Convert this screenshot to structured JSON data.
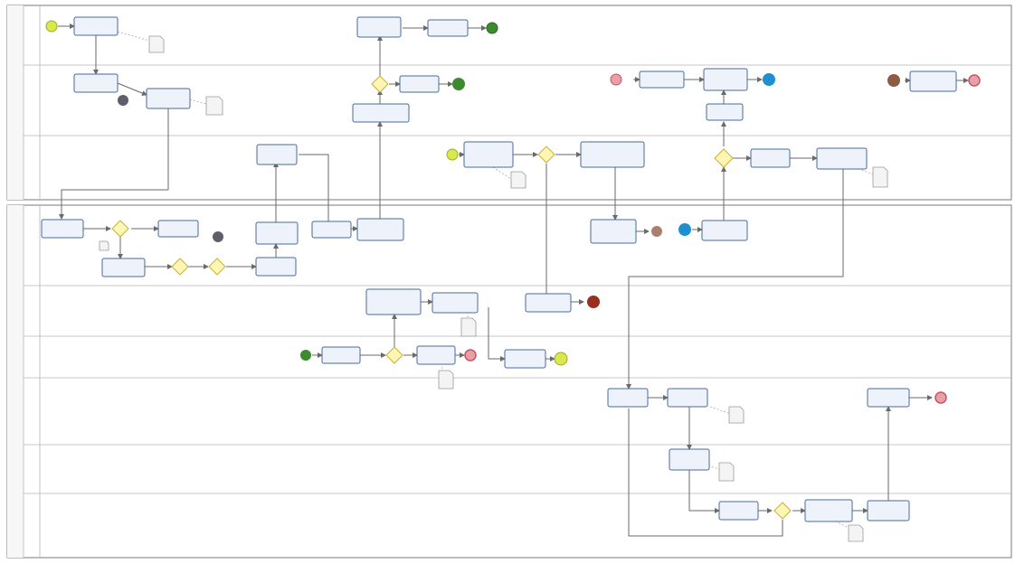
{
  "diagram": {
    "lane_labels": [
      "",
      "",
      "",
      "",
      "",
      "",
      "",
      "",
      ""
    ],
    "pool_labels": [
      "",
      ""
    ],
    "colors": {
      "start_green": "#d9e84a",
      "end_green": "#3e8a2e",
      "end_red": "#c9525e",
      "end_brown": "#8c5b44",
      "end_blue": "#1f8fd1",
      "end_dark": "#5f5f6b",
      "end_darkred": "#9b2f1f",
      "gateway": "#fff6b3",
      "task_fill": "#eef3fb",
      "task_stroke": "#4a6a9a"
    },
    "tasks": [
      {
        "id": "t1",
        "label": ""
      },
      {
        "id": "t2",
        "label": ""
      },
      {
        "id": "t3",
        "label": ""
      },
      {
        "id": "t4",
        "label": ""
      },
      {
        "id": "t5",
        "label": ""
      },
      {
        "id": "t6",
        "label": ""
      },
      {
        "id": "t7",
        "label": ""
      },
      {
        "id": "t8",
        "label": ""
      },
      {
        "id": "t9",
        "label": ""
      },
      {
        "id": "t10",
        "label": ""
      },
      {
        "id": "t11",
        "label": ""
      },
      {
        "id": "t12",
        "label": ""
      },
      {
        "id": "t13",
        "label": ""
      },
      {
        "id": "t14",
        "label": ""
      },
      {
        "id": "t15",
        "label": ""
      },
      {
        "id": "t16",
        "label": ""
      },
      {
        "id": "t17",
        "label": ""
      },
      {
        "id": "t18",
        "label": ""
      },
      {
        "id": "t19",
        "label": ""
      },
      {
        "id": "t20",
        "label": ""
      },
      {
        "id": "t21",
        "label": ""
      },
      {
        "id": "t22",
        "label": ""
      },
      {
        "id": "t23",
        "label": ""
      },
      {
        "id": "t24",
        "label": ""
      },
      {
        "id": "t25",
        "label": ""
      },
      {
        "id": "t26",
        "label": ""
      },
      {
        "id": "t27",
        "label": ""
      },
      {
        "id": "t28",
        "label": ""
      },
      {
        "id": "t29",
        "label": ""
      },
      {
        "id": "t30",
        "label": ""
      },
      {
        "id": "t31",
        "label": ""
      },
      {
        "id": "t32",
        "label": ""
      },
      {
        "id": "t33",
        "label": ""
      },
      {
        "id": "t34",
        "label": ""
      },
      {
        "id": "t35",
        "label": ""
      },
      {
        "id": "t36",
        "label": ""
      },
      {
        "id": "t37",
        "label": ""
      },
      {
        "id": "t38",
        "label": ""
      }
    ]
  }
}
